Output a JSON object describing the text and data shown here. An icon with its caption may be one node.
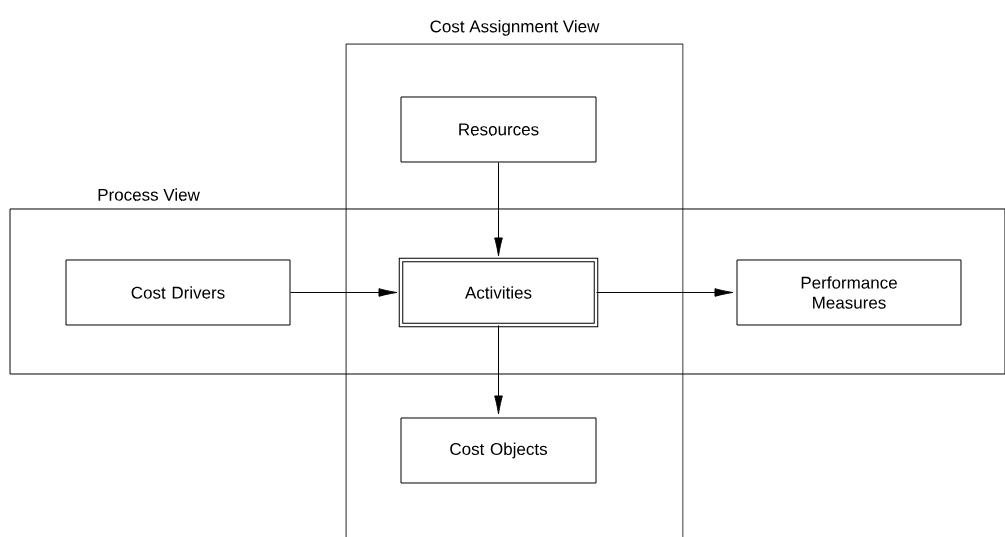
{
  "diagram": {
    "nodes": [
      {
        "text": [
          "Cost Assignment View"
        ]
      },
      {
        "text": [
          "Process View"
        ]
      },
      {
        "text": [
          "Resources"
        ],
        "in": 0
      },
      {
        "text": [
          "Cost Drivers"
        ],
        "in": 1
      },
      {
        "text": [
          "Activities"
        ]
      },
      {
        "text": [
          "Performance Measures"
        ],
        "in": 1
      },
      {
        "text": [
          "Cost Objects"
        ],
        "in": 0
      }
    ],
    "edges": [
      {
        "from": 2,
        "to": 4,
        "arrow": "to"
      },
      {
        "from": 3,
        "to": 4,
        "arrow": "to"
      },
      {
        "from": 4,
        "to": 5,
        "arrow": "to"
      },
      {
        "from": 4,
        "to": 6,
        "arrow": "to"
      }
    ]
  }
}
